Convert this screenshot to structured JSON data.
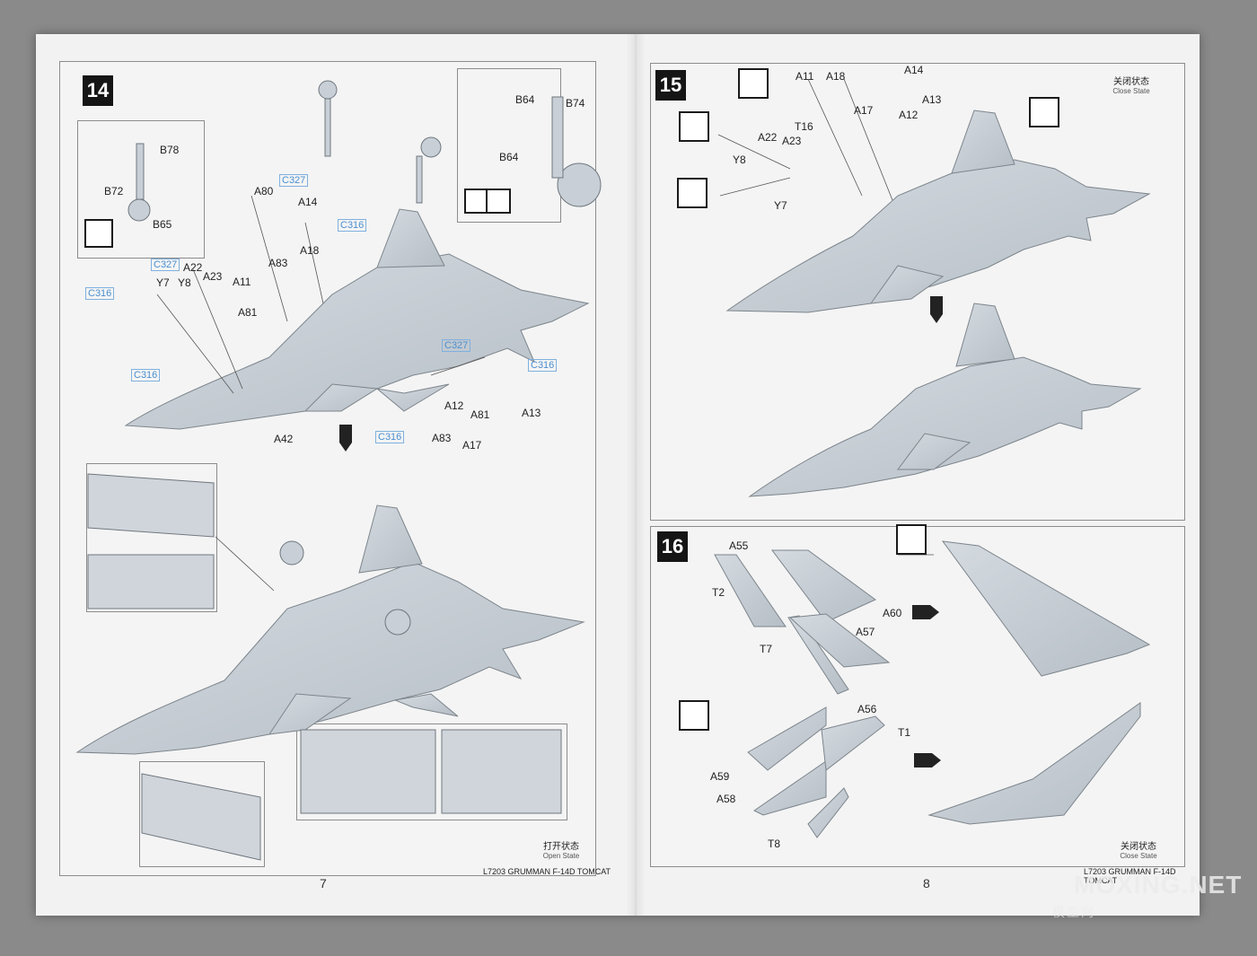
{
  "page_left": {
    "step_number": "14",
    "page_number": "7",
    "footer": "L7203 GRUMMAN F-14D TOMCAT",
    "state_cn": "打开状态",
    "state_en": "Open State",
    "labels": {
      "b78": "B78",
      "b72": "B72",
      "b65": "B65",
      "a80": "A80",
      "a14": "A14",
      "a18": "A18",
      "a83": "A83",
      "a22": "A22",
      "y7": "Y7",
      "y8": "Y8",
      "a23": "A23",
      "a11": "A11",
      "a81": "A81",
      "a12": "A12",
      "a81b": "A81",
      "a13": "A13",
      "a83b": "A83",
      "a17": "A17",
      "a42": "A42",
      "b64a": "B64",
      "b74": "B74",
      "b64b": "B64"
    },
    "color_codes": {
      "c327a": "C327",
      "c316a": "C316",
      "c327b": "C327",
      "c316b": "C316",
      "c316c": "C316",
      "c327c": "C327",
      "c316d": "C316",
      "c316e": "C316"
    }
  },
  "page_right": {
    "step15_number": "15",
    "step16_number": "16",
    "page_number": "8",
    "footer": "L7203 GRUMMAN F-14D TOMCAT",
    "close_state_cn": "关闭状态",
    "close_state_en": "Close State",
    "close_state2_cn": "关闭状态",
    "close_state2_en": "Close State",
    "labels15": {
      "a11": "A11",
      "a18": "A18",
      "a14": "A14",
      "a13": "A13",
      "a17": "A17",
      "a12": "A12",
      "t16": "T16",
      "a22": "A22",
      "a23": "A23",
      "y8": "Y8",
      "y7": "Y7"
    },
    "labels16": {
      "a55": "A55",
      "t2": "T2",
      "a60": "A60",
      "a57": "A57",
      "t7": "T7",
      "a56": "A56",
      "t1": "T1",
      "a59": "A59",
      "a58": "A58",
      "t8": "T8"
    }
  },
  "watermark": {
    "text": "MOXING.NET",
    "sub": "模型网"
  },
  "colors": {
    "part_gray": "#c9d0d7",
    "outline": "#7d858c",
    "ink": "#1a1a1a",
    "paint_code_blue": "#4a8fd0"
  }
}
